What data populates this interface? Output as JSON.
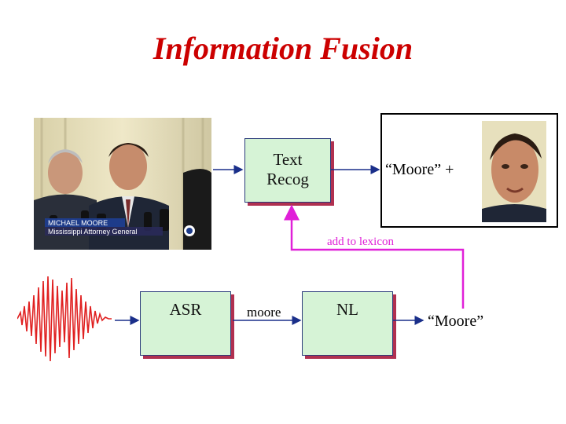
{
  "slide": {
    "title": "Information Fusion",
    "boxes": {
      "text_recog": "Text\nRecog",
      "asr": "ASR",
      "nl": "NL"
    },
    "labels": {
      "moore_plus": "“Moore” +",
      "add_to_lexicon": "add to lexicon",
      "moore_lower": "moore",
      "moore_quoted": "“Moore”"
    },
    "news_caption": {
      "name": "MICHAEL MOORE",
      "role": "Mississippi Attorney General"
    },
    "colors": {
      "title": "#cc0000",
      "box_fill": "#d6f3d6",
      "box_shadow": "#b03050",
      "arrow": "#1a2f8a",
      "lexicon_line": "#e020d8",
      "waveform": "#e02020"
    }
  }
}
